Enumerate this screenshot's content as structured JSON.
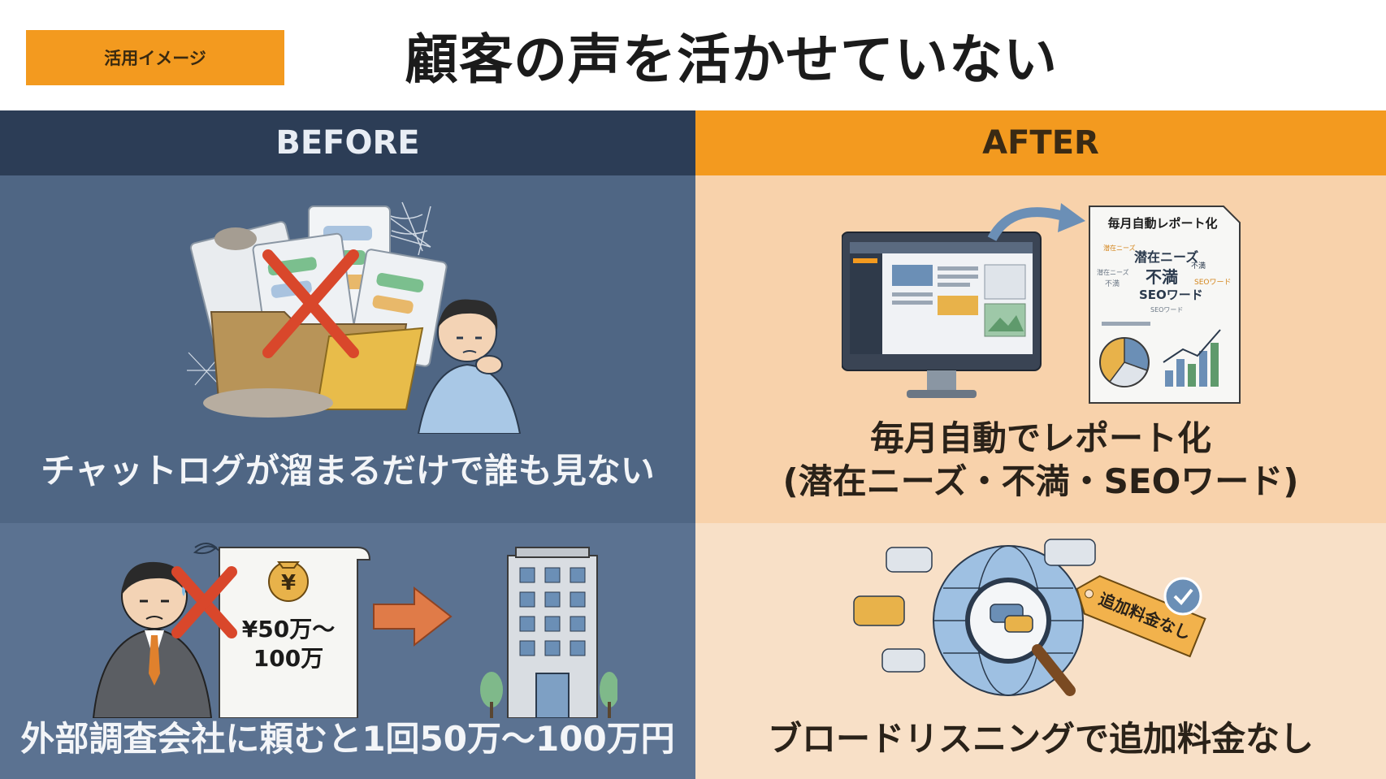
{
  "header": {
    "tag_label": "活用イメージ",
    "title": "顧客の声を活かせていない"
  },
  "before": {
    "label": "BEFORE",
    "top_caption": "チャットログが溜まるだけで誰も見ない",
    "bottom_caption": "外部調査会社に頼むと1回50万〜100万円",
    "invoice_symbol": "¥",
    "invoice_line1": "¥50万〜",
    "invoice_line2": "100万"
  },
  "after": {
    "label": "AFTER",
    "top_caption_line1": "毎月自動でレポート化",
    "top_caption_line2": "(潜在ニーズ・不満・SEOワード)",
    "report_title": "毎月自動レポート化",
    "report_words": [
      "潜在ニーズ",
      "不満",
      "SEOワード",
      "潜在ニーズ",
      "不満",
      "SEOワード",
      "潜在ニーズ",
      "不満",
      "SEOワード"
    ],
    "bottom_caption": "ブロードリスニングで追加料金なし",
    "tag_label": "追加料金なし"
  },
  "colors": {
    "accent": "#f39a1f",
    "before_header": "#2c3d56",
    "before_panel": "#4f6684",
    "after_panel": "#f8d2ab"
  }
}
